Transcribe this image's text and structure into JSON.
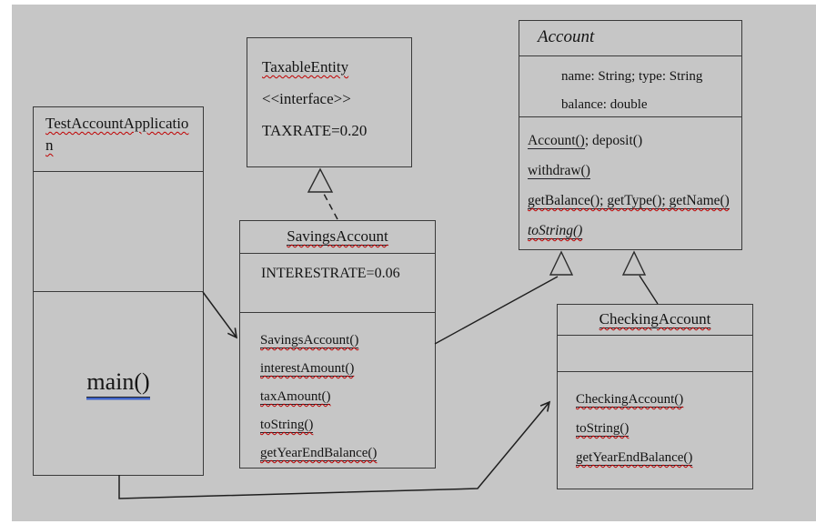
{
  "diagram": {
    "type": "uml-class-diagram",
    "colors": {
      "canvas_background": "#c6c6c6",
      "page_background": "#ffffff",
      "box_border": "#3a3a3a",
      "connector_line": "#1f1f1f",
      "spellcheck_squiggle": "#c00000",
      "grammar_underline": "#3f63c8"
    },
    "classes": {
      "test_account_application": {
        "name": "TestAccountApplication",
        "methods": [
          "main()"
        ]
      },
      "taxable_entity": {
        "name": "TaxableEntity",
        "stereotype": "<<interface>>",
        "constant": "TAXRATE=0.20"
      },
      "account": {
        "name": "Account",
        "attributes": [
          "name: String; type: String",
          "balance: double"
        ],
        "methods": {
          "line1_link": "Account()",
          "line1_rest": "; deposit()",
          "line2": "withdraw()",
          "line3": "getBalance(); getType(); getName()",
          "line4": "toString()"
        }
      },
      "savings_account": {
        "name": "SavingsAccount",
        "constant": "INTERESTRATE=0.06",
        "methods": [
          "SavingsAccount()",
          "interestAmount()",
          "taxAmount()",
          "toString()",
          "getYearEndBalance()"
        ]
      },
      "checking_account": {
        "name": "CheckingAccount",
        "methods": [
          "CheckingAccount()",
          "toString()",
          "getYearEndBalance()"
        ]
      }
    }
  }
}
